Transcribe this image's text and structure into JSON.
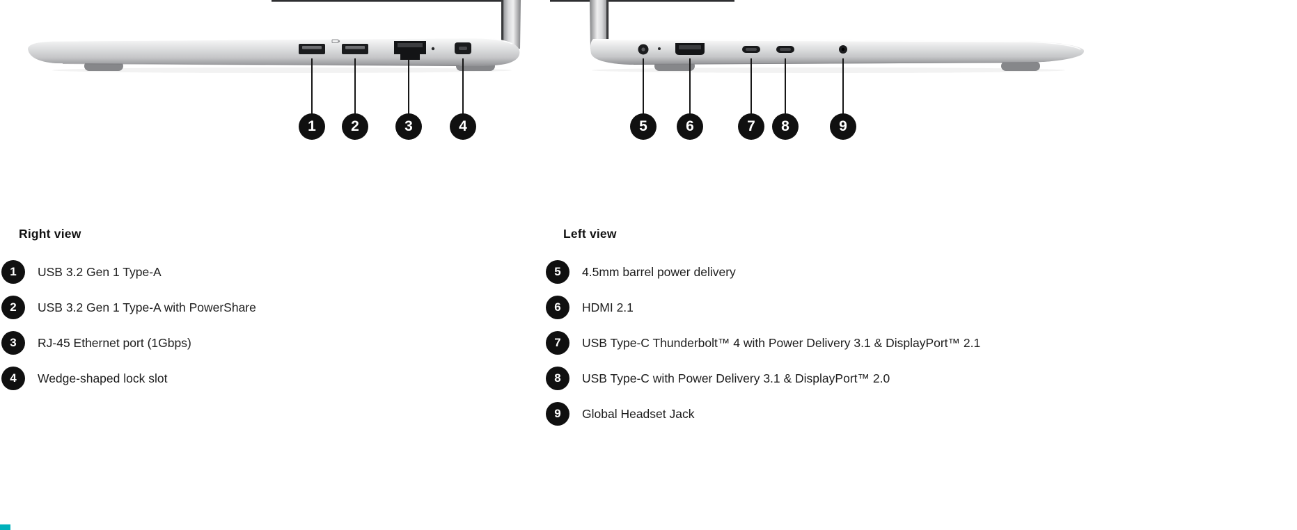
{
  "diagram": {
    "right_view": {
      "callouts": [
        "1",
        "2",
        "3",
        "4"
      ]
    },
    "left_view": {
      "callouts": [
        "5",
        "6",
        "7",
        "8",
        "9"
      ]
    }
  },
  "legend": {
    "right_view": {
      "title": "Right view",
      "items": [
        {
          "number": "1",
          "label": "USB 3.2 Gen 1 Type-A"
        },
        {
          "number": "2",
          "label": "USB 3.2 Gen 1 Type-A with PowerShare"
        },
        {
          "number": "3",
          "label": "RJ-45 Ethernet port (1Gbps)"
        },
        {
          "number": "4",
          "label": "Wedge-shaped lock slot"
        }
      ]
    },
    "left_view": {
      "title": "Left view",
      "items": [
        {
          "number": "5",
          "label": "4.5mm barrel power delivery"
        },
        {
          "number": "6",
          "label": "HDMI 2.1"
        },
        {
          "number": "7",
          "label": "USB Type-C Thunderbolt™ 4 with Power Delivery 3.1 & DisplayPort™ 2.1"
        },
        {
          "number": "8",
          "label": "USB Type-C with Power Delivery 3.1 & DisplayPort™ 2.0"
        },
        {
          "number": "9",
          "label": "Global Headset Jack"
        }
      ]
    }
  },
  "colors": {
    "badge": "#101010",
    "accent": "#00b1bb"
  }
}
